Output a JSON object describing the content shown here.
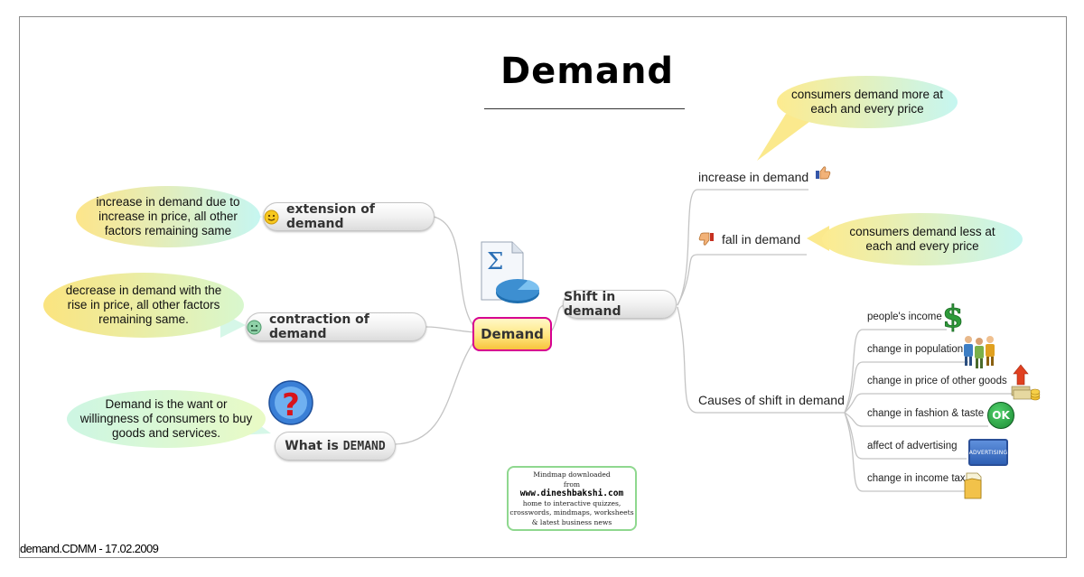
{
  "title": "Demand",
  "central_topic": "Demand",
  "left_branches": [
    {
      "label": "extension of demand",
      "icon": "smiley-happy-icon",
      "callout": "increase in demand due to increase in price, all other factors remaining same"
    },
    {
      "label": "contraction of demand",
      "icon": "smiley-sad-icon",
      "callout": "decrease in demand with the rise in price, all other factors remaining same."
    },
    {
      "label_prefix": "What is ",
      "label_emphasis": "DEMAND",
      "icon": "question-mark-icon",
      "callout": "Demand is the want or willingness of consumers to buy goods and services."
    }
  ],
  "right_branch": {
    "label": "Shift in demand",
    "children": [
      {
        "label": "increase in demand",
        "icon": "thumbs-up-icon",
        "callout": "consumers demand more at each and every price"
      },
      {
        "label": "fall in demand",
        "icon": "thumbs-down-icon",
        "callout": "consumers demand less at each and every price"
      },
      {
        "label": "Causes of shift in demand",
        "causes": [
          {
            "label": "people's income",
            "icon": "dollar-sign-icon"
          },
          {
            "label": "change in population",
            "icon": "people-group-icon"
          },
          {
            "label": "change in price of other goods",
            "icon": "money-arrow-up-icon"
          },
          {
            "label": "change in fashion & taste",
            "icon": "ok-badge-icon"
          },
          {
            "label": "affect of advertising",
            "icon": "advertising-sign-icon"
          },
          {
            "label": "change in income tax",
            "icon": "folder-document-icon"
          }
        ]
      }
    ]
  },
  "advertising_sign_text": "ADVERTISING",
  "ok_badge_text": "OK",
  "credit_box": {
    "line1": "Mindmap downloaded",
    "line2": "from",
    "site": "www.dineshbakshi.com",
    "line3": "home to interactive quizzes,",
    "line4": "crosswords, mindmaps, worksheets",
    "line5": "& latest business news"
  },
  "footer": "demand.CDMM - 17.02.2009",
  "colors": {
    "central_border": "#d60090",
    "central_fill": "#ffe680",
    "bubble_yellow": "#fdf2a0",
    "bubble_cyan": "#c8f7f0",
    "credit_border": "#8fd88f",
    "connector": "#c8c8c8"
  }
}
